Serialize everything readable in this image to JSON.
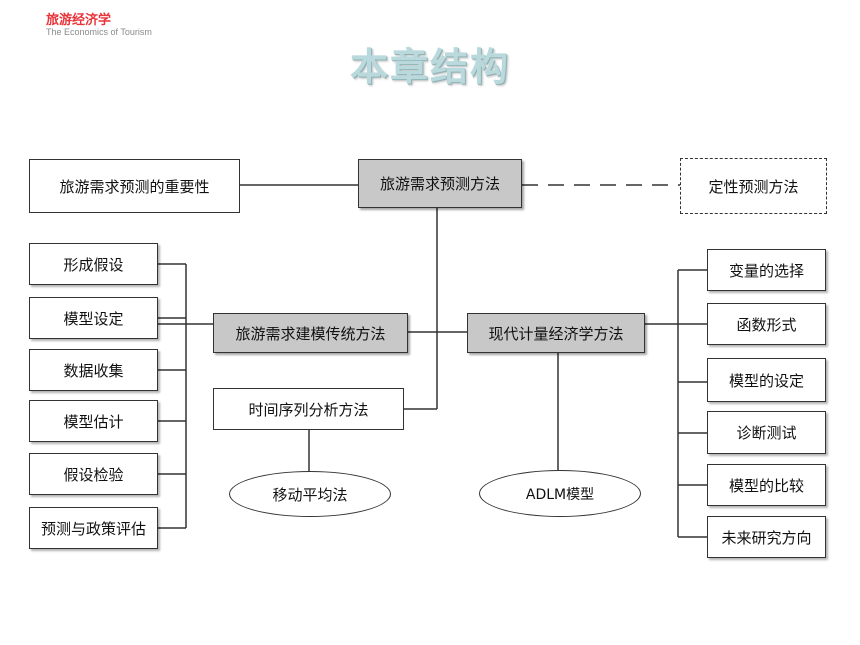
{
  "header": {
    "brand_cn": "旅游经济学",
    "brand_en": "The Economics of Tourism",
    "title": "本章结构"
  },
  "diagram": {
    "importance": "旅游需求预测的重要性",
    "center": "旅游需求预测方法",
    "qualitative": "定性预测方法",
    "traditional": "旅游需求建模传统方法",
    "modern": "现代计量经济学方法",
    "time_series": "时间序列分析方法",
    "moving_average": "移动平均法",
    "adlm": "ADLM模型",
    "left_items": [
      "形成假设",
      "模型设定",
      "数据收集",
      "模型估计",
      "假设检验",
      "预测与政策评估"
    ],
    "right_items": [
      "变量的选择",
      "函数形式",
      "模型的设定",
      "诊断测试",
      "模型的比较",
      "未来研究方向"
    ]
  }
}
